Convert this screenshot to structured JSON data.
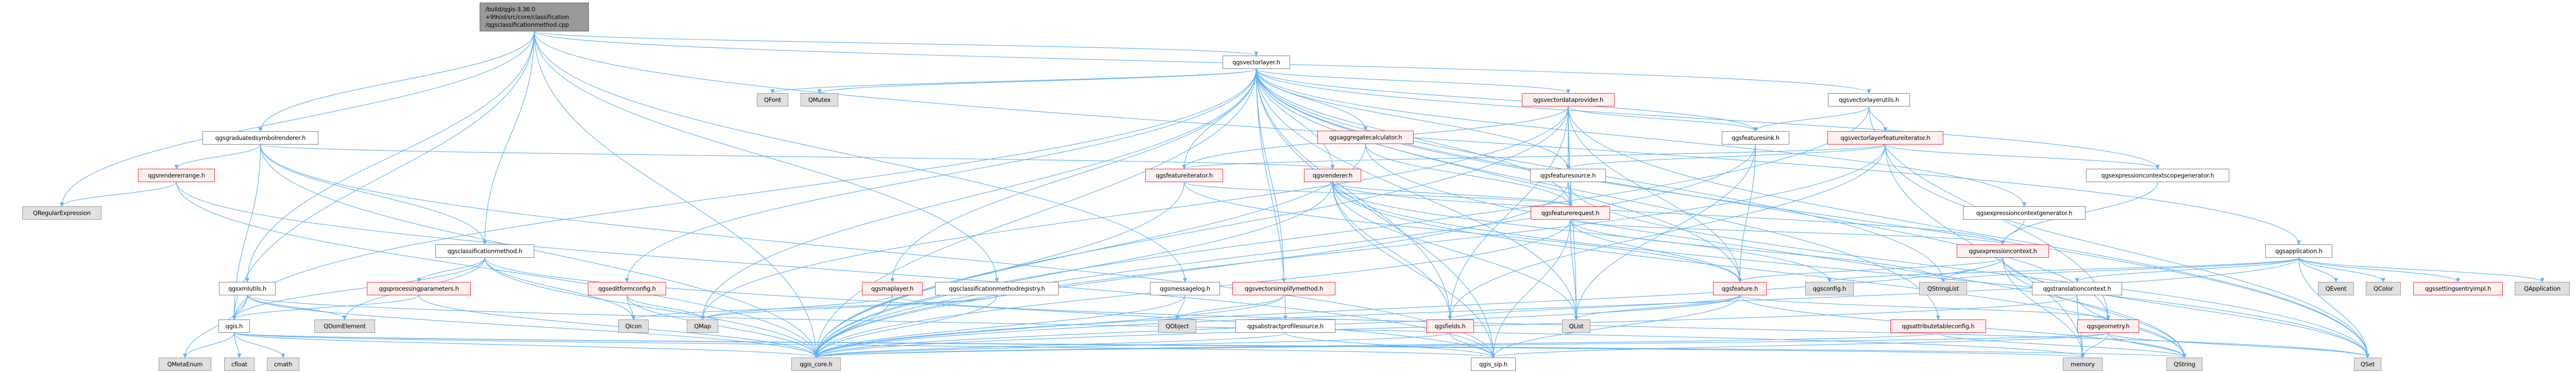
{
  "title": "Include dependency graph for qgsclassificationmethod.cpp",
  "root": {
    "label_lines": [
      "/build/qgis-3.36.0",
      "+99sid/src/core/classification",
      "/qgsclassificationmethod.cpp"
    ]
  },
  "colors": {
    "edge": "#63b2f5",
    "missing_border": "#ff2a2a",
    "missing_fill": "#fff0f0",
    "external_fill": "#e0e0e0",
    "root_fill": "#999999"
  },
  "nodes": [
    {
      "id": "qgsvectorlayer",
      "label": "qgsvectorlayer.h",
      "style": "normal"
    },
    {
      "id": "qgsgraduatedsymbolrenderer",
      "label": "qgsgraduatedsymbolrenderer.h",
      "style": "normal"
    },
    {
      "id": "qgsrendererrange",
      "label": "qgsrendererrange.h",
      "style": "missing"
    },
    {
      "id": "QRegularExpression",
      "label": "QRegularExpression",
      "style": "external"
    },
    {
      "id": "qgsxmlutils",
      "label": "qgsxmlutils.h",
      "style": "normal"
    },
    {
      "id": "qgis",
      "label": "qgis.h",
      "style": "normal"
    },
    {
      "id": "QDomElement",
      "label": "QDomElement",
      "style": "external"
    },
    {
      "id": "qgsprocessingparameters",
      "label": "qgsprocessingparameters.h",
      "style": "missing"
    },
    {
      "id": "QMetaEnum",
      "label": "QMetaEnum",
      "style": "external"
    },
    {
      "id": "cfloat",
      "label": "cfloat",
      "style": "external"
    },
    {
      "id": "cmath",
      "label": "cmath",
      "style": "external"
    },
    {
      "id": "qgsclassificationmethod",
      "label": "qgsclassificationmethod.h",
      "style": "normal"
    },
    {
      "id": "qgseditformconfig",
      "label": "qgseditformconfig.h",
      "style": "missing"
    },
    {
      "id": "QIcon",
      "label": "QIcon",
      "style": "external"
    },
    {
      "id": "QMap",
      "label": "QMap",
      "style": "external"
    },
    {
      "id": "qgsmaplayer",
      "label": "qgsmaplayer.h",
      "style": "missing"
    },
    {
      "id": "qgis_core",
      "label": "qgis_core.h",
      "style": "external"
    },
    {
      "id": "QFont",
      "label": "QFont",
      "style": "external"
    },
    {
      "id": "QMutex",
      "label": "QMutex",
      "style": "external"
    },
    {
      "id": "qgsclassificationmethodregistry",
      "label": "qgsclassificationmethodregistry.h",
      "style": "normal"
    },
    {
      "id": "qgsmessagelog",
      "label": "qgsmessagelog.h",
      "style": "normal"
    },
    {
      "id": "qgsvectorsimplifymethod",
      "label": "qgsvectorsimplifymethod.h",
      "style": "missing"
    },
    {
      "id": "QObject",
      "label": "QObject",
      "style": "external"
    },
    {
      "id": "qgsabstractprofilesource",
      "label": "qgsabstractprofilesource.h",
      "style": "normal"
    },
    {
      "id": "qgsfeatureiterator",
      "label": "qgsfeatureiterator.h",
      "style": "missing"
    },
    {
      "id": "qgsrenderer",
      "label": "qgsrenderer.h",
      "style": "missing"
    },
    {
      "id": "qgsaggregatecalculator",
      "label": "qgsaggregatecalculator.h",
      "style": "missing"
    },
    {
      "id": "qgsvectordataprovider",
      "label": "qgsvectordataprovider.h",
      "style": "missing"
    },
    {
      "id": "qgsfeaturesink",
      "label": "qgsfeaturesink.h",
      "style": "normal"
    },
    {
      "id": "qgsvectorlayerutils",
      "label": "qgsvectorlayerutils.h",
      "style": "normal"
    },
    {
      "id": "qgsvectorlayerfeatureiterator",
      "label": "qgsvectorlayerfeatureiterator.h",
      "style": "missing"
    },
    {
      "id": "qgsfeaturesource",
      "label": "qgsfeaturesource.h",
      "style": "normal"
    },
    {
      "id": "qgsfeaturerequest",
      "label": "qgsfeaturerequest.h",
      "style": "missing"
    },
    {
      "id": "qgsfeature",
      "label": "qgsfeature.h",
      "style": "missing"
    },
    {
      "id": "qgsconfig",
      "label": "qgsconfig.h",
      "style": "external"
    },
    {
      "id": "qgsfields",
      "label": "qgsfields.h",
      "style": "missing"
    },
    {
      "id": "QList",
      "label": "QList",
      "style": "external"
    },
    {
      "id": "qgis_sip",
      "label": "qgis_sip.h",
      "style": "normal"
    },
    {
      "id": "qgsexpressioncontextscopegenerator",
      "label": "qgsexpressioncontextscopegenerator.h",
      "style": "normal"
    },
    {
      "id": "qgsexpressioncontextgenerator",
      "label": "qgsexpressioncontextgenerator.h",
      "style": "normal"
    },
    {
      "id": "qgsexpressioncontext",
      "label": "qgsexpressioncontext.h",
      "style": "missing"
    },
    {
      "id": "QStringList",
      "label": "QStringList",
      "style": "external"
    },
    {
      "id": "qgstranslationcontext",
      "label": "qgstranslationcontext.h",
      "style": "normal"
    },
    {
      "id": "qgsattributetableconfig",
      "label": "qgsattributetableconfig.h",
      "style": "missing"
    },
    {
      "id": "qgsgeometry",
      "label": "qgsgeometry.h",
      "style": "missing"
    },
    {
      "id": "memory",
      "label": "memory",
      "style": "external"
    },
    {
      "id": "QString",
      "label": "QString",
      "style": "external"
    },
    {
      "id": "qgsapplication",
      "label": "qgsapplication.h",
      "style": "normal"
    },
    {
      "id": "QEvent",
      "label": "QEvent",
      "style": "external"
    },
    {
      "id": "QColor",
      "label": "QColor",
      "style": "external"
    },
    {
      "id": "qgssettingsentryimpl",
      "label": "qgssettingsentryimpl.h",
      "style": "missing"
    },
    {
      "id": "QApplication",
      "label": "QApplication",
      "style": "external"
    },
    {
      "id": "QSet",
      "label": "QSet",
      "style": "external"
    }
  ],
  "edges": [
    [
      "root",
      "qgsvectorlayer"
    ],
    [
      "root",
      "qgsgraduatedsymbolrenderer"
    ],
    [
      "root",
      "qgsclassificationmethod"
    ],
    [
      "root",
      "qgsclassificationmethodregistry"
    ],
    [
      "root",
      "qgsapplication"
    ],
    [
      "root",
      "qgsxmlutils"
    ],
    [
      "root",
      "qgis"
    ],
    [
      "root",
      "QRegularExpression"
    ],
    [
      "root",
      "qgsvectorlayerutils"
    ],
    [
      "root",
      "qgsmessagelog"
    ],
    [
      "root",
      "qgis_core"
    ],
    [
      "qgsvectorlayer",
      "qgis_core"
    ],
    [
      "qgsvectorlayer",
      "QMap"
    ],
    [
      "qgsvectorlayer",
      "QSet"
    ],
    [
      "qgsvectorlayer",
      "QList"
    ],
    [
      "qgsvectorlayer",
      "QStringList"
    ],
    [
      "qgsvectorlayer",
      "QFont"
    ],
    [
      "qgsvectorlayer",
      "QMutex"
    ],
    [
      "qgsvectorlayer",
      "qgsmaplayer"
    ],
    [
      "qgsvectorlayer",
      "qgsfeature"
    ],
    [
      "qgsvectorlayer",
      "qgsfeaturerequest"
    ],
    [
      "qgsvectorlayer",
      "qgsfeaturesource"
    ],
    [
      "qgsvectorlayer",
      "qgsfields"
    ],
    [
      "qgsvectorlayer",
      "qgsvectordataprovider"
    ],
    [
      "qgsvectorlayer",
      "qgsvectorsimplifymethod"
    ],
    [
      "qgsvectorlayer",
      "qgseditformconfig"
    ],
    [
      "qgsvectorlayer",
      "qgsattributetableconfig"
    ],
    [
      "qgsvectorlayer",
      "qgsaggregatecalculator"
    ],
    [
      "qgsvectorlayer",
      "qgsfeatureiterator"
    ],
    [
      "qgsvectorlayer",
      "qgsexpressioncontextgenerator"
    ],
    [
      "qgsvectorlayer",
      "qgsexpressioncontextscopegenerator"
    ],
    [
      "qgsvectorlayer",
      "qgsfeaturesink"
    ],
    [
      "qgsvectorlayer",
      "qgsabstractprofilesource"
    ],
    [
      "qgsvectorlayer",
      "qgis_sip"
    ],
    [
      "qgsvectorlayer",
      "qgsgeometry"
    ],
    [
      "qgsvectorlayer",
      "qgis"
    ],
    [
      "qgsvectorlayer",
      "qgsrenderer"
    ],
    [
      "qgsgraduatedsymbolrenderer",
      "qgis_core"
    ],
    [
      "qgsgraduatedsymbolrenderer",
      "qgis_sip"
    ],
    [
      "qgsgraduatedsymbolrenderer",
      "qgsrendererrange"
    ],
    [
      "qgsgraduatedsymbolrenderer",
      "qgsrenderer"
    ],
    [
      "qgsgraduatedsymbolrenderer",
      "qgsclassificationmethod"
    ],
    [
      "qgsgraduatedsymbolrenderer",
      "qgis"
    ],
    [
      "qgsrendererrange",
      "qgis_core"
    ],
    [
      "qgsrendererrange",
      "QRegularExpression"
    ],
    [
      "qgsrendererrange",
      "qgis_sip"
    ],
    [
      "qgsclassificationmethod",
      "qgis_core"
    ],
    [
      "qgsclassificationmethod",
      "qgis"
    ],
    [
      "qgsclassificationmethod",
      "QIcon"
    ],
    [
      "qgsclassificationmethod",
      "qgsprocessingparameters"
    ],
    [
      "qgsclassificationmethod",
      "QDomElement"
    ],
    [
      "qgsclassificationmethod",
      "qgis_sip"
    ],
    [
      "qgsclassificationmethodregistry",
      "qgis_core"
    ],
    [
      "qgsclassificationmethodregistry",
      "QMap"
    ],
    [
      "qgsclassificationmethodregistry",
      "QIcon"
    ],
    [
      "qgsxmlutils",
      "qgis"
    ],
    [
      "qgsxmlutils",
      "QDomElement"
    ],
    [
      "qgsxmlutils",
      "QMetaEnum"
    ],
    [
      "qgsxmlutils",
      "qgis_core"
    ],
    [
      "qgsxmlutils",
      "memory"
    ],
    [
      "qgis",
      "QMetaEnum"
    ],
    [
      "qgis",
      "cfloat"
    ],
    [
      "qgis",
      "cmath"
    ],
    [
      "qgis",
      "qgis_core"
    ],
    [
      "qgis",
      "QString"
    ],
    [
      "qgis",
      "memory"
    ],
    [
      "qgis",
      "qgis_sip"
    ],
    [
      "qgsprocessingparameters",
      "qgis_core"
    ],
    [
      "qgsprocessingparameters",
      "qgis"
    ],
    [
      "qgseditformconfig",
      "qgis_core"
    ],
    [
      "qgseditformconfig",
      "QMap"
    ],
    [
      "qgseditformconfig",
      "QIcon"
    ],
    [
      "qgsmaplayer",
      "qgis_core"
    ],
    [
      "qgsmaplayer",
      "QMap"
    ],
    [
      "qgsmaplayer",
      "QSet"
    ],
    [
      "qgsmessagelog",
      "QObject"
    ],
    [
      "qgsmessagelog",
      "qgis_core"
    ],
    [
      "qgsvectorsimplifymethod",
      "QObject"
    ],
    [
      "qgsvectorsimplifymethod",
      "qgis_core"
    ],
    [
      "qgsabstractprofilesource",
      "qgis_core"
    ],
    [
      "qgsabstractprofilesource",
      "qgis_sip"
    ],
    [
      "qgsfeatureiterator",
      "qgsfeaturerequest"
    ],
    [
      "qgsfeatureiterator",
      "qgsfeature"
    ],
    [
      "qgsfeatureiterator",
      "qgis_core"
    ],
    [
      "qgsrenderer",
      "qgis_core"
    ],
    [
      "qgsrenderer",
      "qgis_sip"
    ],
    [
      "qgsrenderer",
      "QList"
    ],
    [
      "qgsrenderer",
      "QString"
    ],
    [
      "qgsrenderer",
      "QSet"
    ],
    [
      "qgsrenderer",
      "qgsfields"
    ],
    [
      "qgsrenderer",
      "qgsfeaturerequest"
    ],
    [
      "qgsrenderer",
      "qgsexpressioncontext"
    ],
    [
      "qgsrenderer",
      "qgsconfig"
    ],
    [
      "qgsaggregatecalculator",
      "qgis_core"
    ],
    [
      "qgsaggregatecalculator",
      "qgsfeaturerequest"
    ],
    [
      "qgsaggregatecalculator",
      "QString"
    ],
    [
      "qgsvectordataprovider",
      "qgsfeaturesource"
    ],
    [
      "qgsvectordataprovider",
      "qgsfeaturesink"
    ],
    [
      "qgsvectordataprovider",
      "qgsfeatureiterator"
    ],
    [
      "qgsvectordataprovider",
      "qgsfields"
    ],
    [
      "qgsvectordataprovider",
      "qgsfeature"
    ],
    [
      "qgsvectordataprovider",
      "QList"
    ],
    [
      "qgsvectordataprovider",
      "QSet"
    ],
    [
      "qgsvectordataprovider",
      "qgis_core"
    ],
    [
      "qgsvectordataprovider",
      "qgsfeaturerequest"
    ],
    [
      "qgsvectordataprovider",
      "QMap"
    ],
    [
      "qgsfeaturesink",
      "qgsfeature"
    ],
    [
      "qgsfeaturesink",
      "qgis_core"
    ],
    [
      "qgsfeaturesink",
      "QList"
    ],
    [
      "qgsfeaturesource",
      "qgsfeaturerequest"
    ],
    [
      "qgsfeaturesource",
      "qgis_core"
    ],
    [
      "qgsfeaturesource",
      "QSet"
    ],
    [
      "qgsvectorlayerutils",
      "qgsfeaturesink"
    ],
    [
      "qgsvectorlayerutils",
      "qgsvectorlayerfeatureiterator"
    ],
    [
      "qgsvectorlayerutils",
      "qgis_core"
    ],
    [
      "qgsvectorlayerutils",
      "qgsgeometry"
    ],
    [
      "qgsvectorlayerfeatureiterator",
      "qgsfeatureiterator"
    ],
    [
      "qgsvectorlayerfeatureiterator",
      "qgsfeaturesource"
    ],
    [
      "qgsvectorlayerfeatureiterator",
      "qgsfields"
    ],
    [
      "qgsvectorlayerfeatureiterator",
      "qgsexpressioncontextscopegenerator"
    ],
    [
      "qgsvectorlayerfeatureiterator",
      "QSet"
    ],
    [
      "qgsvectorlayerfeatureiterator",
      "memory"
    ],
    [
      "qgsvectorlayerfeatureiterator",
      "qgis_core"
    ],
    [
      "qgsexpressioncontextscopegenerator",
      "qgsexpressioncontext"
    ],
    [
      "qgsexpressioncontextgenerator",
      "qgsexpressioncontext"
    ],
    [
      "qgsexpressioncontext",
      "QStringList"
    ],
    [
      "qgsexpressioncontext",
      "QString"
    ],
    [
      "qgsexpressioncontext",
      "QSet"
    ],
    [
      "qgsexpressioncontext",
      "memory"
    ],
    [
      "qgsexpressioncontext",
      "qgis_core"
    ],
    [
      "qgsexpressioncontext",
      "qgsfeature"
    ],
    [
      "qgsfeaturerequest",
      "qgsfeature"
    ],
    [
      "qgsfeaturerequest",
      "QList"
    ],
    [
      "qgsfeaturerequest",
      "qgis_core"
    ],
    [
      "qgsfeaturerequest",
      "qgis_sip"
    ],
    [
      "qgsfeaturerequest",
      "qgsexpressioncontext"
    ],
    [
      "qgsfeaturerequest",
      "QStringList"
    ],
    [
      "qgsfeature",
      "qgsfields"
    ],
    [
      "qgsfeature",
      "QList"
    ],
    [
      "qgsfeature",
      "qgis_core"
    ],
    [
      "qgsfeature",
      "qgis_sip"
    ],
    [
      "qgsfeature",
      "QString"
    ],
    [
      "qgsfeature",
      "qgsgeometry"
    ],
    [
      "qgsfields",
      "qgis_core"
    ],
    [
      "qgsfields",
      "qgis_sip"
    ],
    [
      "qgsapplication",
      "QEvent"
    ],
    [
      "qgsapplication",
      "QColor"
    ],
    [
      "qgsapplication",
      "qgssettingsentryimpl"
    ],
    [
      "qgsapplication",
      "QApplication"
    ],
    [
      "qgsapplication",
      "qgis_core"
    ],
    [
      "qgsapplication",
      "QStringList"
    ],
    [
      "qgsapplication",
      "qgstranslationcontext"
    ],
    [
      "qgsapplication",
      "qgsconfig"
    ],
    [
      "qgsapplication",
      "QSet"
    ],
    [
      "qgstranslationcontext",
      "qgis_core"
    ],
    [
      "qgstranslationcontext",
      "QString"
    ],
    [
      "qgstranslationcontext",
      "memory"
    ],
    [
      "qgsattributetableconfig",
      "qgis_core"
    ],
    [
      "qgsattributetableconfig",
      "QString"
    ],
    [
      "qgsgeometry",
      "qgis_core"
    ],
    [
      "qgsgeometry",
      "qgis_sip"
    ],
    [
      "qgsgeometry",
      "memory"
    ],
    [
      "qgsgeometry",
      "QString"
    ],
    [
      "qgsgeometry",
      "QSet"
    ]
  ]
}
